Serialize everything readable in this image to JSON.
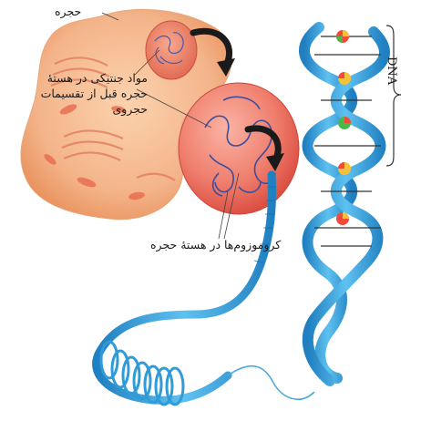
{
  "labels": {
    "cell": "حجره",
    "genetic_material_line1": "مواد جنتیکی در هستهٔ",
    "genetic_material_line2": "حجره قبل از تقسیمات",
    "genetic_material_line3": "حجروی",
    "chromosomes": "کروموزوم‌ها در هستهٔ حجره",
    "dna": "DNA"
  },
  "colors": {
    "cell_body": "#f4b48a",
    "nucleus": "#e8665a",
    "chromosome_tube": "#2f9bd8",
    "arrow": "#1a1a1a"
  },
  "icons": [
    "curved-arrow-icon",
    "curved-arrow-icon",
    "dna-bracket"
  ]
}
